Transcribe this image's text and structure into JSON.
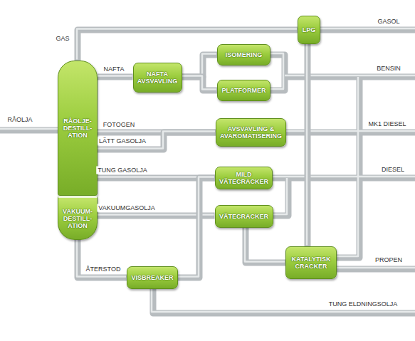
{
  "diagram": {
    "nodes": [
      {
        "text": [
          "RÅOLJE- DESTILL- ATION"
        ]
      },
      {
        "text": [
          "VAKUUM- DESTILL- ATION"
        ]
      },
      {
        "text": [
          "NAFTA AVSVAVLING"
        ]
      },
      {
        "text": [
          "ISOMERING"
        ]
      },
      {
        "text": [
          "PLATFORMER"
        ]
      },
      {
        "text": [
          "LPG"
        ]
      },
      {
        "text": [
          "AVSVAVLING & AVAROMATISERING"
        ]
      },
      {
        "text": [
          "MILD VÄTECRACKER"
        ]
      },
      {
        "text": [
          "VÄTECRACKER"
        ]
      },
      {
        "text": [
          "VISBREAKER"
        ]
      },
      {
        "text": [
          "KATALYTISK CRACKER"
        ]
      }
    ],
    "edges": [
      {
        "from": 0,
        "to": 5,
        "label": "GAS",
        "arrow": "none"
      },
      {
        "from": 0,
        "to": 2,
        "label": "NAFTA",
        "arrow": "none"
      },
      {
        "from": 0,
        "to": 6,
        "label": "FOTOGEN",
        "arrow": "none"
      },
      {
        "from": 0,
        "to": 6,
        "label": "LÄTT GASOLJA",
        "arrow": "none"
      },
      {
        "from": 0,
        "to": 7,
        "label": "TUNG GASOLJA",
        "arrow": "none"
      },
      {
        "from": 1,
        "to": 8,
        "label": "VAKUUMGASOLJA",
        "arrow": "none"
      },
      {
        "from": 1,
        "to": 9,
        "label": "ÅTERSTOD",
        "arrow": "none"
      },
      {
        "from": 2,
        "to": 3,
        "arrow": "none"
      },
      {
        "from": 2,
        "to": 4,
        "arrow": "none"
      },
      {
        "from": 9,
        "to": 7,
        "arrow": "none"
      },
      {
        "from": 8,
        "to": 10,
        "arrow": "none"
      },
      {
        "from": 10,
        "to": 5,
        "arrow": "none"
      }
    ],
    "labels": [
      "RÅOLJA",
      "GASOL",
      "BENSIN",
      "MK1 DIESEL",
      "DIESEL",
      "PROPEN",
      "TUNG ELDNINGSOLJA"
    ]
  }
}
